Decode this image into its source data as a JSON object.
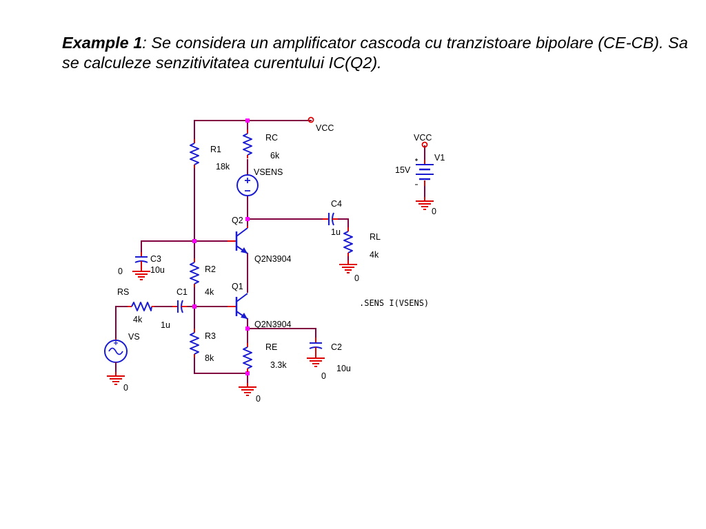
{
  "heading": {
    "label": "Example 1",
    "text": ": Se considera un amplificator cascoda cu tranzistoare bipolare (CE-CB). Sa se calculeze senzitivitatea curentului IC(Q2)."
  },
  "schematic": {
    "vcc_net": "VCC",
    "ground_label": "0",
    "directive": ".SENS I(VSENS)",
    "components": {
      "R1": {
        "name": "R1",
        "value": "18k"
      },
      "RC": {
        "name": "RC",
        "value": "6k"
      },
      "VSENS": {
        "name": "VSENS"
      },
      "Q2": {
        "name": "Q2",
        "model": "Q2N3904"
      },
      "Q1": {
        "name": "Q1",
        "model": "Q2N3904"
      },
      "C4": {
        "name": "C4",
        "value": "1u"
      },
      "RL": {
        "name": "RL",
        "value": "4k"
      },
      "C3": {
        "name": "C3",
        "value": "10u"
      },
      "R2": {
        "name": "R2",
        "value": "4k"
      },
      "RS": {
        "name": "RS",
        "value": "4k"
      },
      "C1": {
        "name": "C1",
        "value": "1u"
      },
      "VS": {
        "name": "VS"
      },
      "R3": {
        "name": "R3",
        "value": "8k"
      },
      "RE": {
        "name": "RE",
        "value": "3.3k"
      },
      "C2": {
        "name": "C2",
        "value": "10u"
      },
      "V1": {
        "name": "V1",
        "value": "15V"
      }
    }
  }
}
